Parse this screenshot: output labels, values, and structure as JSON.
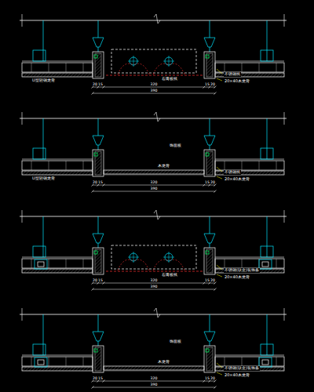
{
  "diagram": {
    "labels": [
      "U型轻钢龙骨",
      "石膏板线",
      "不锈钢线",
      "20×40木龙骨",
      "20",
      "15",
      "320",
      "15",
      "20",
      "390",
      "U型轻钢龙骨",
      "饰面板",
      "木龙骨",
      "不锈钢线",
      "20×40木龙骨",
      "20",
      "15",
      "320",
      "15",
      "20",
      "390",
      "石膏板线",
      "不锈钢(钛金)装饰条",
      "20×40木龙骨",
      "20",
      "15",
      "320",
      "15",
      "20",
      "390",
      "饰面板",
      "木龙骨",
      "不锈钢(钛金)装饰条",
      "20×40木龙骨",
      "20",
      "15",
      "320",
      "15",
      "20",
      "390"
    ]
  }
}
